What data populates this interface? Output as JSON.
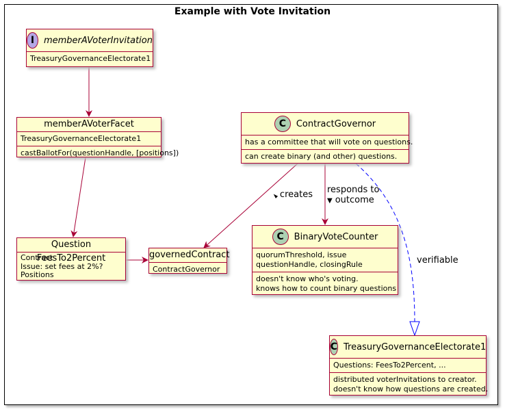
{
  "diagram": {
    "title": "Example with Vote Invitation",
    "nodes": {
      "invitation": {
        "stereotype": "I",
        "name": "memberAVoterInvitation",
        "fields": [
          "TreasuryGovernanceElectorate1"
        ]
      },
      "facet": {
        "name": "memberAVoterFacet",
        "fields": [
          "TreasuryGovernanceElectorate1"
        ],
        "methods": [
          "castBallotFor(questionHandle, [positions])"
        ]
      },
      "question": {
        "name": "Question FeesTo2Percent",
        "fields": [
          "Contract",
          "Issue: set fees at 2%?",
          "Positions"
        ]
      },
      "governed": {
        "name": "governedContract",
        "fields": [
          "ContractGovernor"
        ]
      },
      "governor": {
        "stereotype": "C",
        "name": "ContractGovernor",
        "fields": [
          "has a committee that will vote on questions."
        ],
        "methods": [
          "can create binary (and other) questions."
        ]
      },
      "counter": {
        "stereotype": "C",
        "name": "BinaryVoteCounter",
        "fields": [
          "quorumThreshold, issue",
          "questionHandle, closingRule"
        ],
        "methods": [
          "doesn't know who's voting.",
          "knows how to count binary questions"
        ]
      },
      "electorate": {
        "stereotype": "C",
        "name": "TreasuryGovernanceElectorate1",
        "fields": [
          "Questions: FeesTo2Percent, ..."
        ],
        "methods": [
          "distributed voterInvitations to creator.",
          "doesn't know how questions are created."
        ]
      }
    },
    "edges": {
      "creates": "creates",
      "creates_arrow": "◄",
      "responds_line1": "responds to",
      "responds_line2": "outcome",
      "responds_arrow": "▼",
      "verifiable": "verifiable"
    },
    "colors": {
      "node_fill": "#fefece",
      "node_border": "#a80036",
      "class_badge": "#add1b2",
      "interface_badge": "#b4a7e5",
      "realization_line": "#0000ff"
    }
  }
}
